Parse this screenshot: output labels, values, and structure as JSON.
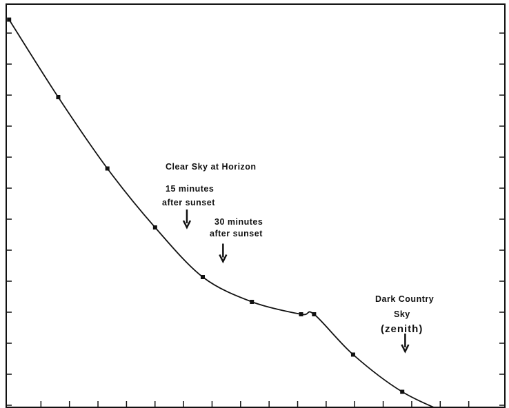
{
  "chart_data": {
    "type": "line",
    "title": "",
    "xlabel": "",
    "ylabel": "",
    "grid": false,
    "legend": "none",
    "xlim": [
      0,
      34.5
    ],
    "ylim": [
      13,
      0
    ],
    "x_minor_ticks": 17,
    "y_minor_ticks": 13,
    "series": [
      {
        "x": [
          0.2,
          3.6,
          7.0,
          10.3,
          13.6,
          17.0,
          20.4,
          21.3,
          24.0,
          27.4,
          30.9,
          31.8,
          33.4
        ],
        "values": [
          0.5,
          3.0,
          5.3,
          7.2,
          8.8,
          9.6,
          10.0,
          10.0,
          11.3,
          12.5,
          13.25,
          13.3,
          13.3
        ],
        "marked": [
          true,
          true,
          true,
          true,
          true,
          true,
          true,
          true,
          true,
          true,
          false,
          false,
          false
        ],
        "color": "#111111"
      }
    ],
    "annotations": [
      {
        "id": "clear-sky-label",
        "lines": [
          "Clear Sky at Horizon"
        ]
      },
      {
        "id": "fifteen-minutes-label",
        "lines": [
          "15 minutes",
          "after sunset"
        ]
      },
      {
        "id": "thirty-minutes-label",
        "lines": [
          "30 minutes",
          "after sunset"
        ]
      },
      {
        "id": "dark-country-label",
        "lines": [
          "Dark Country",
          "Sky",
          "(zenith)"
        ]
      }
    ],
    "arrows": [
      {
        "id": "fifteen-minutes-arrow",
        "x": 12.5,
        "y": 7.2
      },
      {
        "id": "thirty-minutes-arrow",
        "x": 15.0,
        "y": 8.3
      },
      {
        "id": "dark-country-arrow",
        "x": 27.6,
        "y": 11.2
      }
    ]
  }
}
